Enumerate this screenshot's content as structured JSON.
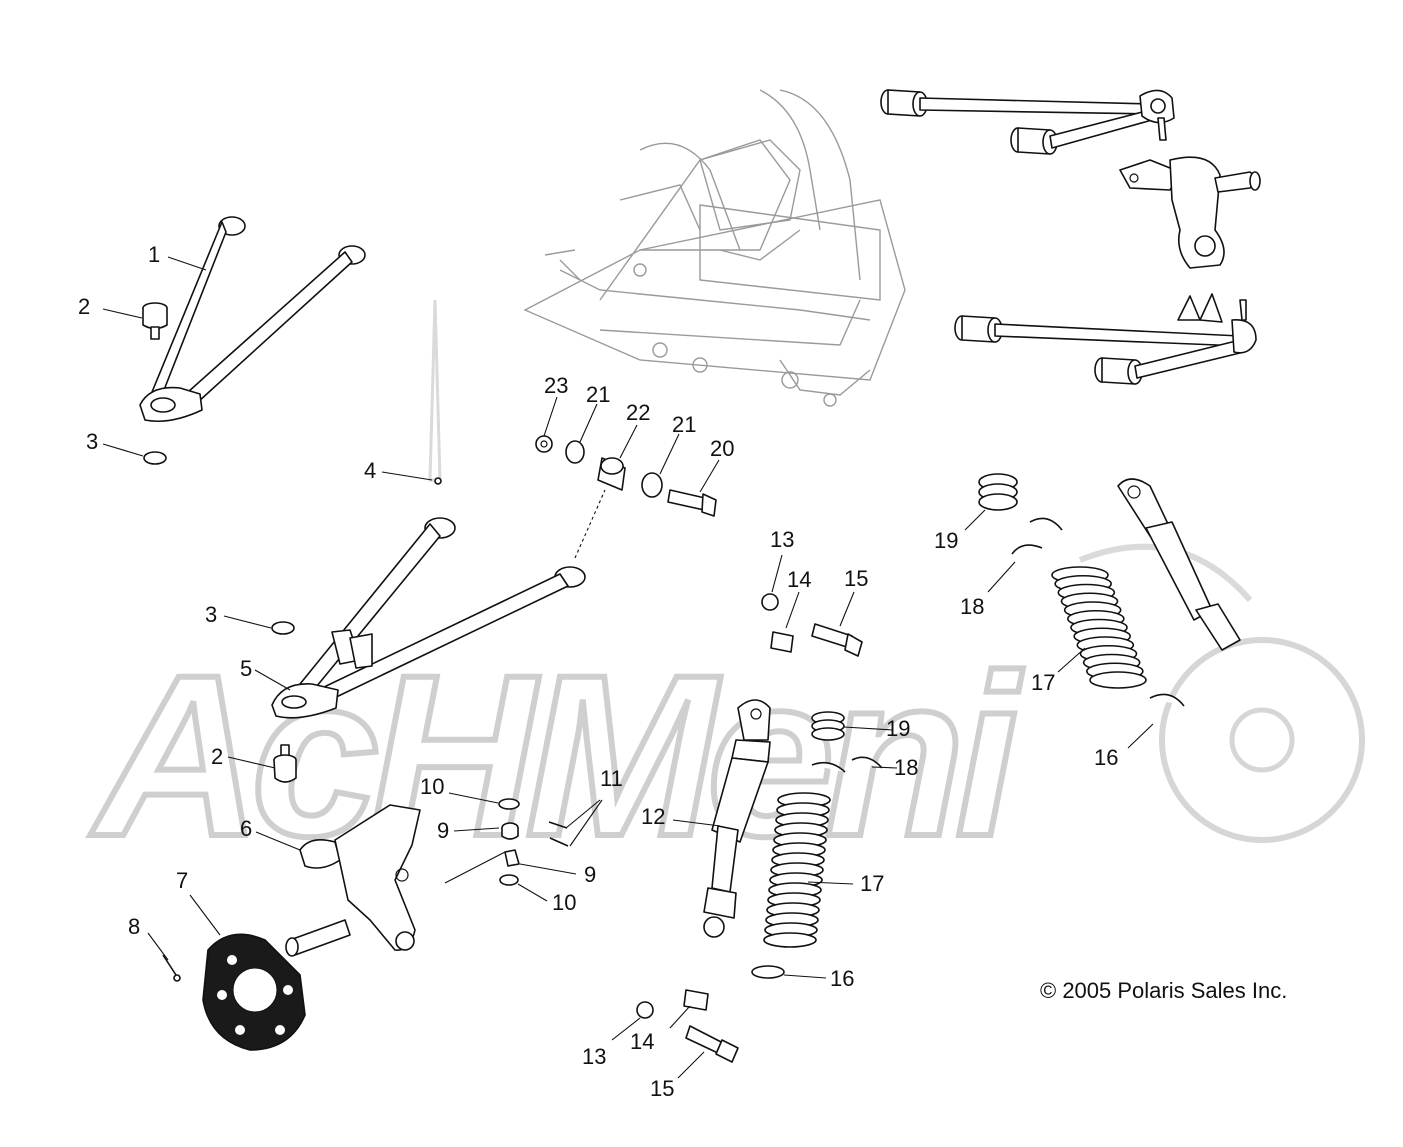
{
  "watermark": {
    "text": "AcHMeni",
    "color": "#cfcfcf"
  },
  "copyright": "© 2005 Polaris Sales Inc.",
  "callouts": [
    {
      "id": "c1",
      "text": "1"
    },
    {
      "id": "c2a",
      "text": "2"
    },
    {
      "id": "c3a",
      "text": "3"
    },
    {
      "id": "c4",
      "text": "4"
    },
    {
      "id": "c3b",
      "text": "3"
    },
    {
      "id": "c5",
      "text": "5"
    },
    {
      "id": "c2b",
      "text": "2"
    },
    {
      "id": "c6",
      "text": "6"
    },
    {
      "id": "c7",
      "text": "7"
    },
    {
      "id": "c8",
      "text": "8"
    },
    {
      "id": "c23",
      "text": "23"
    },
    {
      "id": "c21a",
      "text": "21"
    },
    {
      "id": "c22",
      "text": "22"
    },
    {
      "id": "c21b",
      "text": "21"
    },
    {
      "id": "c20",
      "text": "20"
    },
    {
      "id": "c10a",
      "text": "10"
    },
    {
      "id": "c9a",
      "text": "9"
    },
    {
      "id": "c11",
      "text": "11"
    },
    {
      "id": "c9b",
      "text": "9"
    },
    {
      "id": "c10b",
      "text": "10"
    },
    {
      "id": "c13a",
      "text": "13"
    },
    {
      "id": "c14a",
      "text": "14"
    },
    {
      "id": "c15a",
      "text": "15"
    },
    {
      "id": "c12",
      "text": "12"
    },
    {
      "id": "c19a",
      "text": "19"
    },
    {
      "id": "c18a",
      "text": "18"
    },
    {
      "id": "c17a",
      "text": "17"
    },
    {
      "id": "c16a",
      "text": "16"
    },
    {
      "id": "c13b",
      "text": "13"
    },
    {
      "id": "c14b",
      "text": "14"
    },
    {
      "id": "c15b",
      "text": "15"
    },
    {
      "id": "c19b",
      "text": "19"
    },
    {
      "id": "c18b",
      "text": "18"
    },
    {
      "id": "c17b",
      "text": "17"
    },
    {
      "id": "c16b",
      "text": "16"
    }
  ]
}
